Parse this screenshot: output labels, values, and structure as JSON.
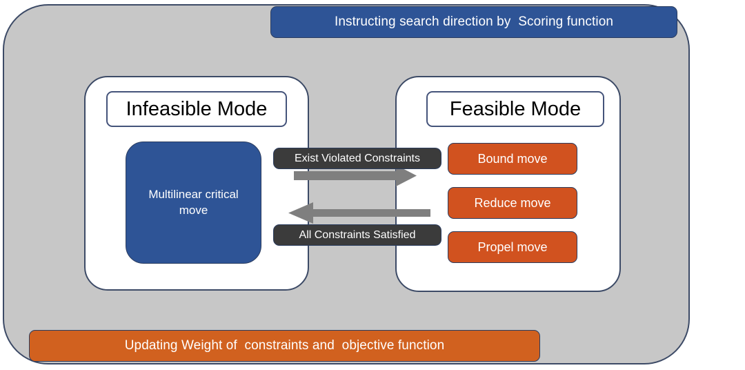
{
  "diagram": {
    "top_banner": {
      "label": "Instructing search direction by  Scoring function",
      "color": "#2e5496"
    },
    "bottom_banner": {
      "label": "Updating Weight of  constraints and  objective function",
      "color": "#d1611f"
    },
    "outer": {
      "fill": "#c7c7c7",
      "border": "#3c4a66"
    },
    "modes": [
      {
        "title": "Infeasible Mode",
        "block": {
          "label": "Multilinear critical move",
          "color": "#2e5496"
        }
      },
      {
        "title": "Feasible Mode",
        "moves": [
          {
            "label": "Bound move",
            "color": "#d1521f"
          },
          {
            "label": "Reduce move",
            "color": "#d1521f"
          },
          {
            "label": "Propel move",
            "color": "#d1521f"
          }
        ]
      }
    ],
    "transitions": [
      {
        "label": "Exist Violated Constraints",
        "direction": "right",
        "arrow_color": "#7f7f7f",
        "label_color": "#3b3b3b"
      },
      {
        "label": "All Constraints Satisfied",
        "direction": "left",
        "arrow_color": "#7f7f7f",
        "label_color": "#3b3b3b"
      }
    ]
  }
}
